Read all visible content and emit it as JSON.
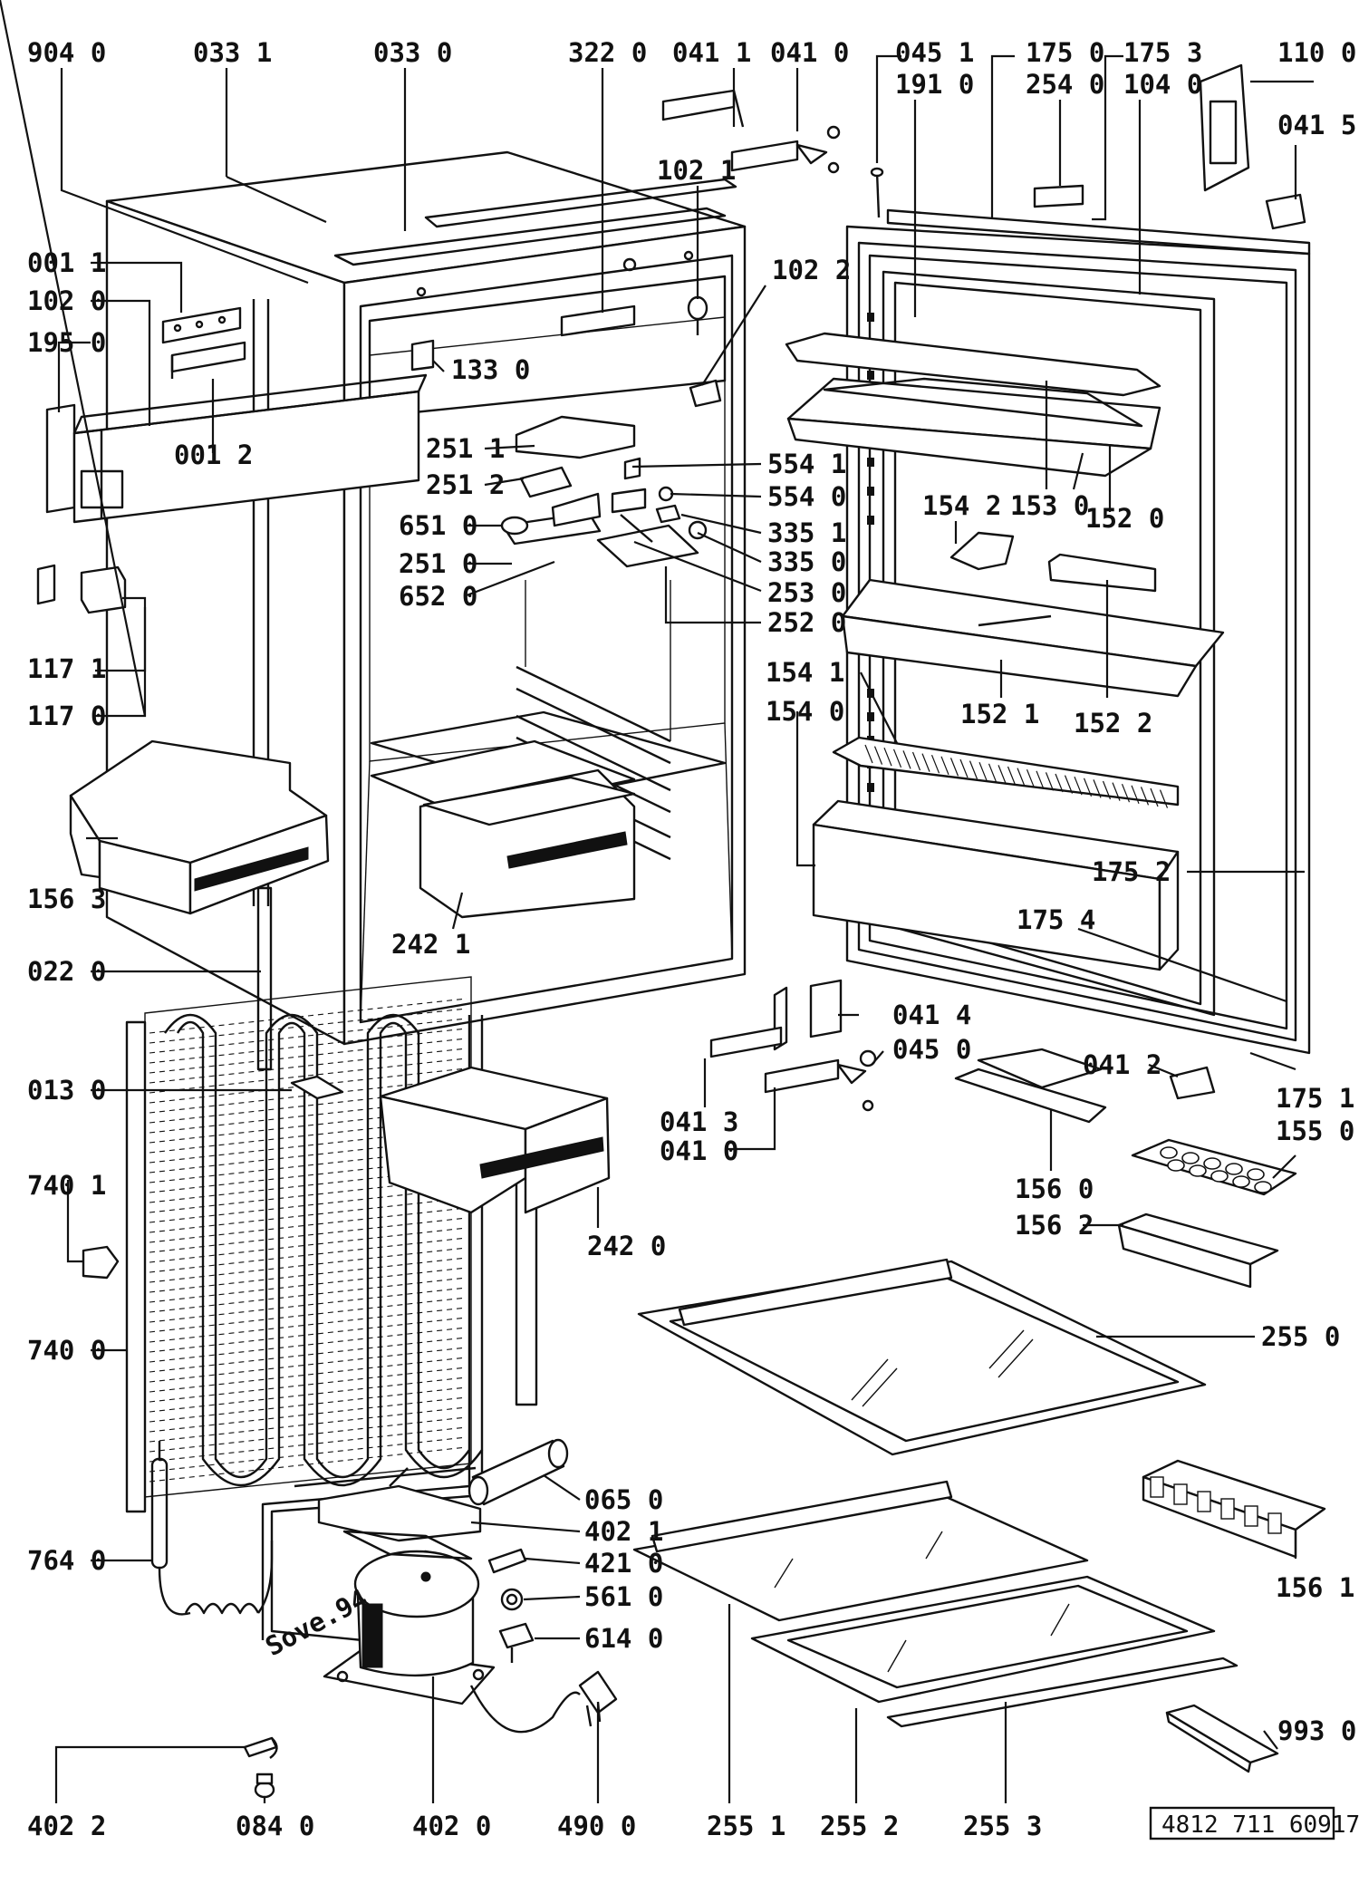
{
  "diagram": {
    "document_code": "4812 711 60917",
    "compressor_note": "Sove.94",
    "labels": [
      {
        "id": "l9040",
        "text": "904 0"
      },
      {
        "id": "l0331",
        "text": "033 1"
      },
      {
        "id": "l0330",
        "text": "033 0"
      },
      {
        "id": "l3220",
        "text": "322 0"
      },
      {
        "id": "l0411",
        "text": "041 1"
      },
      {
        "id": "l0410a",
        "text": "041 0"
      },
      {
        "id": "l0451",
        "text": "045 1"
      },
      {
        "id": "l1910",
        "text": "191 0"
      },
      {
        "id": "l1750",
        "text": "175 0"
      },
      {
        "id": "l2540",
        "text": "254 0"
      },
      {
        "id": "l1753",
        "text": "175 3"
      },
      {
        "id": "l1040",
        "text": "104 0"
      },
      {
        "id": "l1100",
        "text": "110 0"
      },
      {
        "id": "l0415",
        "text": "041 5"
      },
      {
        "id": "l1021",
        "text": "102 1"
      },
      {
        "id": "l1022",
        "text": "102 2"
      },
      {
        "id": "l0011",
        "text": "001 1"
      },
      {
        "id": "l1020",
        "text": "102 0"
      },
      {
        "id": "l1950",
        "text": "195 0"
      },
      {
        "id": "l0012",
        "text": "001 2"
      },
      {
        "id": "l1330",
        "text": "133 0"
      },
      {
        "id": "l2511",
        "text": "251 1"
      },
      {
        "id": "l2512",
        "text": "251 2"
      },
      {
        "id": "l6510",
        "text": "651 0"
      },
      {
        "id": "l2510",
        "text": "251 0"
      },
      {
        "id": "l6520",
        "text": "652 0"
      },
      {
        "id": "l5541",
        "text": "554 1"
      },
      {
        "id": "l5540",
        "text": "554 0"
      },
      {
        "id": "l3351",
        "text": "335 1"
      },
      {
        "id": "l3350",
        "text": "335 0"
      },
      {
        "id": "l2530",
        "text": "253 0"
      },
      {
        "id": "l2520",
        "text": "252 0"
      },
      {
        "id": "l1542",
        "text": "154 2"
      },
      {
        "id": "l1530",
        "text": "153 0"
      },
      {
        "id": "l1520",
        "text": "152 0"
      },
      {
        "id": "l1541",
        "text": "154 1"
      },
      {
        "id": "l1540",
        "text": "154 0"
      },
      {
        "id": "l1521",
        "text": "152 1"
      },
      {
        "id": "l1522",
        "text": "152 2"
      },
      {
        "id": "l1752",
        "text": "175 2"
      },
      {
        "id": "l1754",
        "text": "175 4"
      },
      {
        "id": "l1171",
        "text": "117 1"
      },
      {
        "id": "l1170",
        "text": "117 0"
      },
      {
        "id": "l1563",
        "text": "156 3"
      },
      {
        "id": "l2421",
        "text": "242 1"
      },
      {
        "id": "l0220",
        "text": "022 0"
      },
      {
        "id": "l0130",
        "text": "013 0"
      },
      {
        "id": "l0414",
        "text": "041 4"
      },
      {
        "id": "l0450",
        "text": "045 0"
      },
      {
        "id": "l0412",
        "text": "041 2"
      },
      {
        "id": "l1751",
        "text": "175 1"
      },
      {
        "id": "l1550",
        "text": "155 0"
      },
      {
        "id": "l0413",
        "text": "041 3"
      },
      {
        "id": "l0410b",
        "text": "041 0"
      },
      {
        "id": "l1560",
        "text": "156 0"
      },
      {
        "id": "l1562",
        "text": "156 2"
      },
      {
        "id": "l7401",
        "text": "740 1"
      },
      {
        "id": "l2420",
        "text": "242 0"
      },
      {
        "id": "l7400",
        "text": "740 0"
      },
      {
        "id": "l2550",
        "text": "255 0"
      },
      {
        "id": "l0650",
        "text": "065 0"
      },
      {
        "id": "l4021",
        "text": "402 1"
      },
      {
        "id": "l4210",
        "text": "421 0"
      },
      {
        "id": "l5610",
        "text": "561 0"
      },
      {
        "id": "l6140",
        "text": "614 0"
      },
      {
        "id": "l7640",
        "text": "764 0"
      },
      {
        "id": "l1561",
        "text": "156 1"
      },
      {
        "id": "l9930",
        "text": "993 0"
      },
      {
        "id": "l4022",
        "text": "402 2"
      },
      {
        "id": "l0840",
        "text": "084 0"
      },
      {
        "id": "l4020",
        "text": "402 0"
      },
      {
        "id": "l4900",
        "text": "490 0"
      },
      {
        "id": "l2551",
        "text": "255 1"
      },
      {
        "id": "l2552",
        "text": "255 2"
      },
      {
        "id": "l2553",
        "text": "255 3"
      }
    ]
  }
}
